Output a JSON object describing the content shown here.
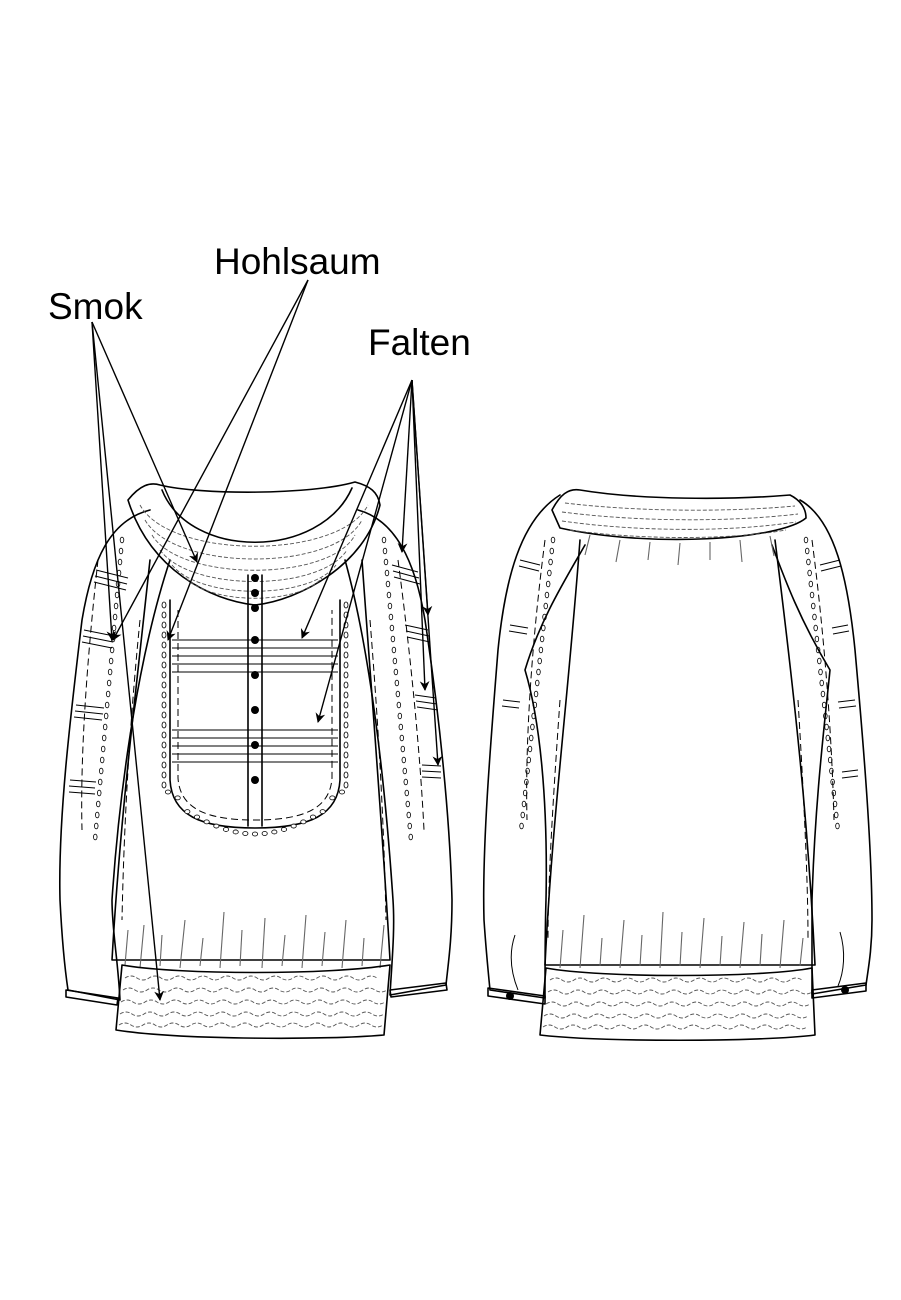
{
  "labels": {
    "smok": "Smok",
    "hohlsaum": "Hohlsaum",
    "falten": "Falten"
  },
  "colors": {
    "line": "#000000",
    "background": "#ffffff",
    "shading": "#666666"
  },
  "views": [
    "front",
    "back"
  ]
}
